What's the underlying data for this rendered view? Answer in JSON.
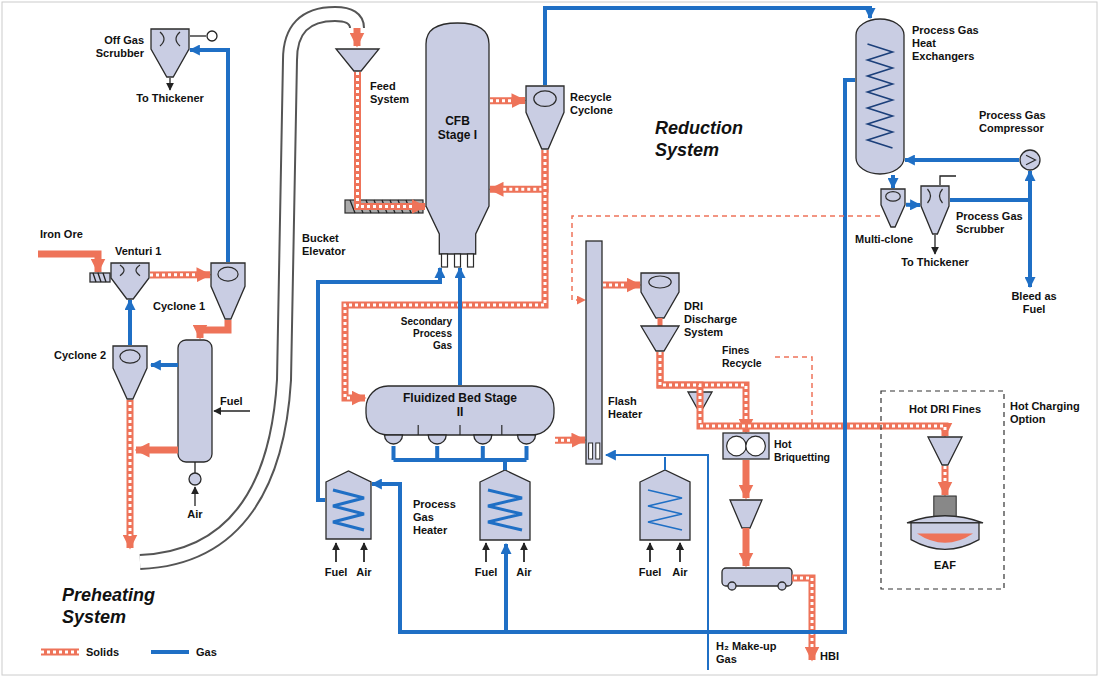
{
  "diagram": {
    "nodes": [
      {
        "text": [
          "Off Gas Scrubber"
        ]
      },
      {
        "text": [
          "Feed System"
        ]
      },
      {
        "text": [
          "CFB Stage I"
        ]
      },
      {
        "text": [
          "Recycle Cyclone"
        ]
      },
      {
        "text": [
          "Process Gas Heat Exchangers"
        ]
      },
      {
        "text": [
          "Process Gas Compressor"
        ]
      },
      {
        "text": [
          "Venturi 1"
        ]
      },
      {
        "text": [
          "Cyclone 1"
        ]
      },
      {
        "text": [
          "Multi-clone"
        ]
      },
      {
        "text": [
          "Process Gas Scrubber"
        ]
      },
      {
        "text": [
          "Cyclone 2"
        ]
      },
      {
        "text": [
          "DRI Discharge System"
        ]
      },
      {
        "text": [
          "Fluidized Bed Stage II"
        ]
      },
      {
        "text": [
          "Flash Heater"
        ]
      },
      {
        "text": [
          "Hot Charging Option"
        ]
      },
      {
        "text": [
          "Hot DRI Fines"
        ],
        "in": 14
      },
      {
        "text": [
          "EAF"
        ],
        "in": 14
      },
      {
        "text": [
          "Hot Briquetting"
        ]
      },
      {
        "text": [
          "Process Gas Heater"
        ]
      }
    ],
    "edges": [
      {
        "from": 6,
        "to": 7,
        "arrow": "to"
      },
      {
        "from": 7,
        "to": 0,
        "arrow": "to"
      },
      {
        "from": 10,
        "to": 6,
        "arrow": "to"
      },
      {
        "from": 1,
        "to": 2,
        "arrow": "to"
      },
      {
        "from": 2,
        "to": 3,
        "arrow": "to"
      },
      {
        "from": 3,
        "to": 2,
        "arrow": "to"
      },
      {
        "from": 3,
        "to": 4,
        "arrow": "to"
      },
      {
        "from": 3,
        "to": 12,
        "arrow": "to"
      },
      {
        "from": 12,
        "to": 2,
        "label": "Secondary Process Gas",
        "arrow": "to"
      },
      {
        "from": 18,
        "to": 2,
        "arrow": "to"
      },
      {
        "from": 12,
        "to": 13,
        "arrow": "to"
      },
      {
        "from": 13,
        "to": 11,
        "arrow": "to"
      },
      {
        "from": 11,
        "to": 17,
        "arrow": "to"
      },
      {
        "from": 11,
        "to": 15,
        "arrow": "to"
      },
      {
        "from": 15,
        "to": 16,
        "arrow": "to"
      },
      {
        "from": 4,
        "to": 8,
        "arrow": "to"
      },
      {
        "from": 8,
        "to": 9,
        "arrow": "to"
      },
      {
        "from": 9,
        "to": 5,
        "arrow": "to"
      },
      {
        "from": 5,
        "to": 4,
        "arrow": "to"
      },
      {
        "from": 4,
        "to": 18,
        "arrow": "to"
      },
      {
        "from": 8,
        "to": 13,
        "arrow": "to"
      }
    ],
    "labels": [
      "To Thickener",
      "Iron Ore",
      "Bucket Elevator",
      "Reduction System",
      "Fuel",
      "Air",
      "To Thickener",
      "Bleed as Fuel",
      "Fines Recycle",
      "Preheating System",
      "Fuel",
      "Air",
      "Fuel",
      "Air",
      "Fuel",
      "Air",
      "H₂ Make-up Gas",
      "HBI"
    ],
    "legend": [
      {
        "text": "Solids"
      },
      {
        "text": "Gas"
      }
    ]
  }
}
